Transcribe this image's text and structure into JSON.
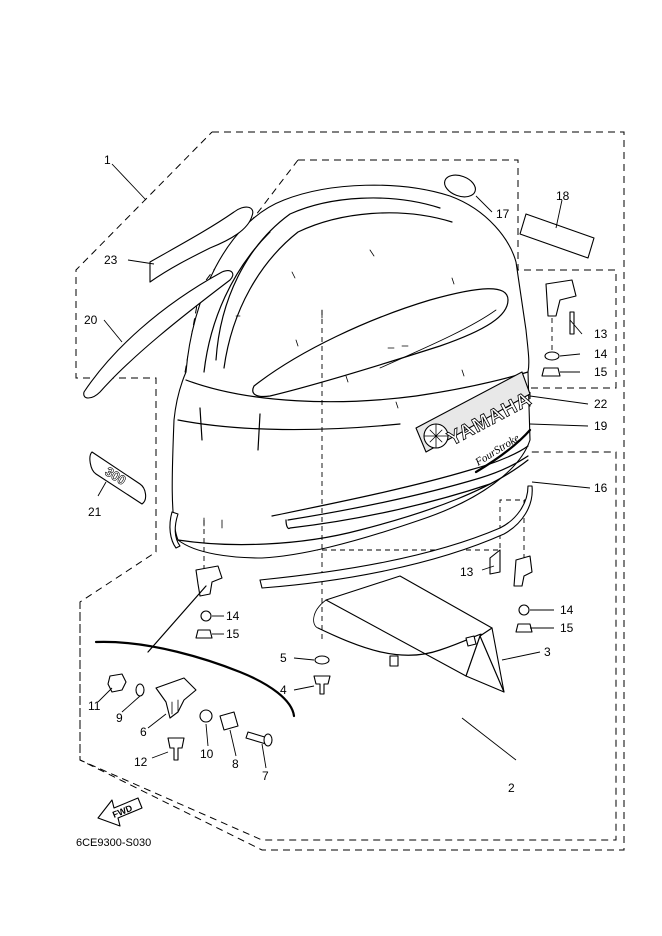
{
  "diagram": {
    "code": "6CE9300-S030",
    "fwd_label": "FWD",
    "brand_text": "YAMAHA",
    "fourstroke_text": "FourStroke",
    "decal_number": "300",
    "parts": [
      {
        "num": "1"
      },
      {
        "num": "2"
      },
      {
        "num": "3"
      },
      {
        "num": "4"
      },
      {
        "num": "5"
      },
      {
        "num": "6"
      },
      {
        "num": "7"
      },
      {
        "num": "8"
      },
      {
        "num": "9"
      },
      {
        "num": "10"
      },
      {
        "num": "11"
      },
      {
        "num": "12"
      },
      {
        "num": "13"
      },
      {
        "num": "13"
      },
      {
        "num": "14"
      },
      {
        "num": "14"
      },
      {
        "num": "14"
      },
      {
        "num": "15"
      },
      {
        "num": "15"
      },
      {
        "num": "15"
      },
      {
        "num": "16"
      },
      {
        "num": "17"
      },
      {
        "num": "18"
      },
      {
        "num": "19"
      },
      {
        "num": "20"
      },
      {
        "num": "21"
      },
      {
        "num": "22"
      },
      {
        "num": "23"
      }
    ]
  }
}
